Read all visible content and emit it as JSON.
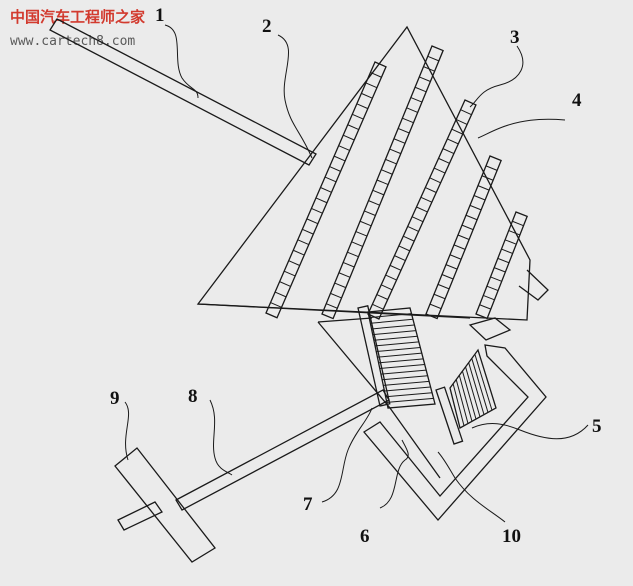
{
  "watermark": {
    "site_name_cn": "中国汽车工程师之家",
    "url": "www.cartech8.com"
  },
  "labels": [
    "1",
    "2",
    "3",
    "4",
    "5",
    "6",
    "7",
    "8",
    "9",
    "10"
  ],
  "colors": {
    "background": "#ebebeb",
    "line": "#1a1a1a",
    "watermark_red": "#d23a2e",
    "watermark_gray": "#5a5a5a"
  }
}
